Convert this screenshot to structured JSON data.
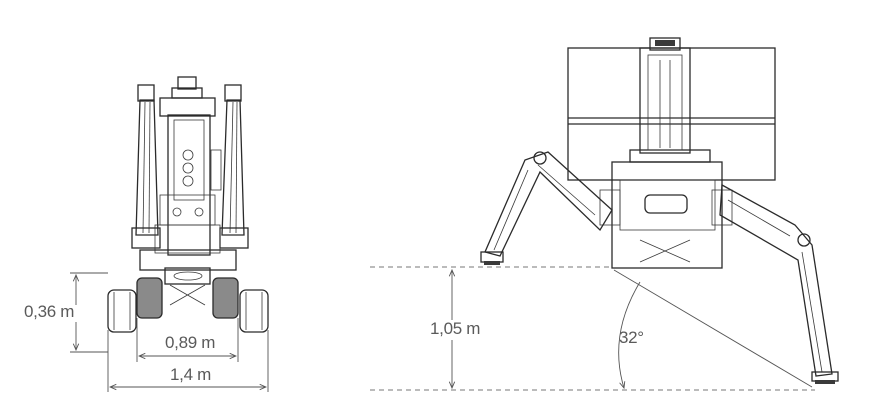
{
  "figure": {
    "front_view": {
      "track_height_label": "0,36 m",
      "track_gauge_label": "0,89 m",
      "overall_width_label": "1,4 m"
    },
    "side_view": {
      "ground_clearance_label": "1,05 m",
      "outrigger_angle_label": "32°"
    }
  },
  "colors": {
    "line": "#2b2b2b",
    "dimension": "#555555",
    "text": "#5a5a5a"
  }
}
